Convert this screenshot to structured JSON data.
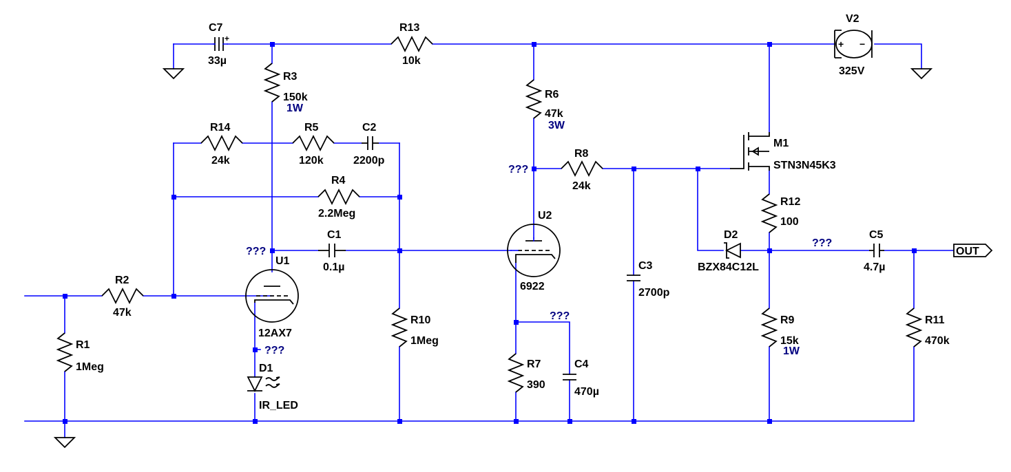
{
  "schematic": {
    "components": {
      "C7": {
        "ref": "C7",
        "value": "33µ",
        "polarity": "+"
      },
      "R13": {
        "ref": "R13",
        "value": "10k"
      },
      "V2": {
        "ref": "V2",
        "value": "325V",
        "plus": "+",
        "minus": "−"
      },
      "R3": {
        "ref": "R3",
        "value": "150k",
        "power": "1W"
      },
      "R6": {
        "ref": "R6",
        "value": "47k",
        "power": "3W"
      },
      "R14": {
        "ref": "R14",
        "value": "24k"
      },
      "R5": {
        "ref": "R5",
        "value": "120k"
      },
      "C2": {
        "ref": "C2",
        "value": "2200p"
      },
      "R4": {
        "ref": "R4",
        "value": "2.2Meg"
      },
      "R8": {
        "ref": "R8",
        "value": "24k"
      },
      "M1": {
        "ref": "M1",
        "value": "STN3N45K3"
      },
      "R12": {
        "ref": "R12",
        "value": "100"
      },
      "C1": {
        "ref": "C1",
        "value": "0.1µ"
      },
      "U1": {
        "ref": "U1",
        "value": "12AX7"
      },
      "U2": {
        "ref": "U2",
        "value": "6922"
      },
      "D2": {
        "ref": "D2",
        "value": "BZX84C12L"
      },
      "C5": {
        "ref": "C5",
        "value": "4.7µ"
      },
      "C3": {
        "ref": "C3",
        "value": "2700p"
      },
      "R2": {
        "ref": "R2",
        "value": "47k"
      },
      "R1": {
        "ref": "R1",
        "value": "1Meg"
      },
      "R10": {
        "ref": "R10",
        "value": "1Meg"
      },
      "R7": {
        "ref": "R7",
        "value": "390"
      },
      "C4": {
        "ref": "C4",
        "value": "470µ"
      },
      "R9": {
        "ref": "R9",
        "value": "15k",
        "power": "1W"
      },
      "R11": {
        "ref": "R11",
        "value": "470k"
      },
      "D1": {
        "ref": "D1",
        "value": "IR_LED"
      }
    },
    "net_labels": {
      "unknown": "???",
      "output": "OUT"
    },
    "colors": {
      "wire": "#0000ff",
      "component": "#000000",
      "annotation": "#000080",
      "background": "#ffffff"
    }
  }
}
